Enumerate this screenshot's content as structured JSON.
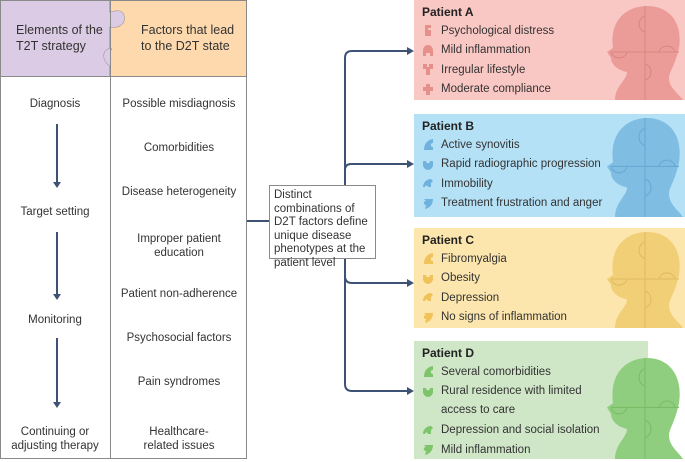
{
  "left_table": {
    "headers": {
      "strategy": [
        "Elements of the",
        "T2T strategy"
      ],
      "factors": [
        "Factors that lead",
        "to the D2T state"
      ]
    },
    "strategy_steps": [
      "Diagnosis",
      "Target setting",
      "Monitoring",
      "Continuing or adjusting therapy"
    ],
    "factors": [
      "Possible misdiagnosis",
      "Comorbidities",
      "Disease heterogeneity",
      "Improper patient education",
      "Patient non-adherence",
      "Psychosocial factors",
      "Pain syndromes",
      "Healthcare-related issues"
    ]
  },
  "center_box": {
    "text": "Distinct combinations of D2T factors define unique disease phenotypes at the patient level"
  },
  "patients": [
    {
      "title": "Patient A",
      "color": "#f9c8c4",
      "head_color": "#ec9c98",
      "icon_color": "#e6908c",
      "items": [
        "Psychological distress",
        "Mild inflammation",
        "Irregular lifestyle",
        "Moderate compliance"
      ]
    },
    {
      "title": "Patient B",
      "color": "#b5e1f7",
      "head_color": "#7fbde3",
      "icon_color": "#6fb2de",
      "items": [
        "Active synovitis",
        "Rapid radiographic progression",
        "Immobility",
        "Treatment frustration and anger"
      ]
    },
    {
      "title": "Patient C",
      "color": "#fce6ae",
      "head_color": "#f1cf77",
      "icon_color": "#efc25a",
      "items": [
        "Fibromyalgia",
        "Obesity",
        "Depression",
        "No signs of inflammation"
      ]
    },
    {
      "title": "Patient D",
      "color": "#cfe6c7",
      "head_color": "#8fce7e",
      "icon_color": "#7dc46b",
      "items": [
        "Several comorbidities",
        "Rural residence with limited access to care",
        "Depression and social isolation",
        "Mild inflammation"
      ]
    }
  ],
  "colors": {
    "arrow": "#3d5275",
    "border": "#8a8a8a",
    "header_purple": "#dccbe4",
    "header_orange": "#fdd9ad"
  }
}
